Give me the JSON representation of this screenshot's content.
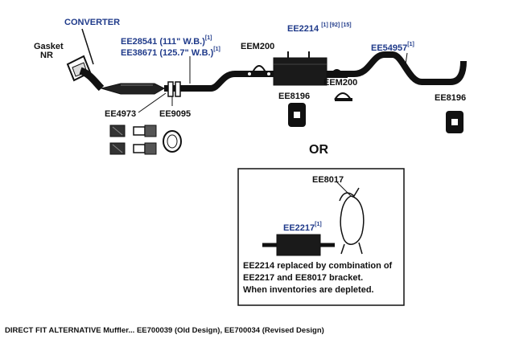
{
  "labels": {
    "converter": "CONVERTER",
    "gasket_line1": "Gasket",
    "gasket_line2": "NR",
    "pipe_111": "EE28541 (111\" W.B.)",
    "pipe_111_ref": "[1]",
    "pipe_125": "EE38671 (125.7\" W.B.)",
    "pipe_125_ref": "[1]",
    "eem200_top": "EEM200",
    "muffler_part": "EE2214",
    "muffler_refs": "[1] [92] [15]",
    "eem200_bottom": "EEM200",
    "tailpipe": "EE54957",
    "tailpipe_ref": "[1]",
    "ee8196_left": "EE8196",
    "ee8196_right": "EE8196",
    "ee4973": "EE4973",
    "ee9095": "EE9095",
    "or_text": "OR",
    "ee8017": "EE8017",
    "ee2217": "EE2217",
    "ee2217_ref": "[1]"
  },
  "note": {
    "line1": "EE2214 replaced by combination of",
    "line2": "EE2217 and EE8017 bracket.",
    "line3": "When inventories are depleted."
  },
  "footer": "DIRECT FIT ALTERNATIVE Muffler... EE700039 (Old Design), EE700034 (Revised Design)"
}
